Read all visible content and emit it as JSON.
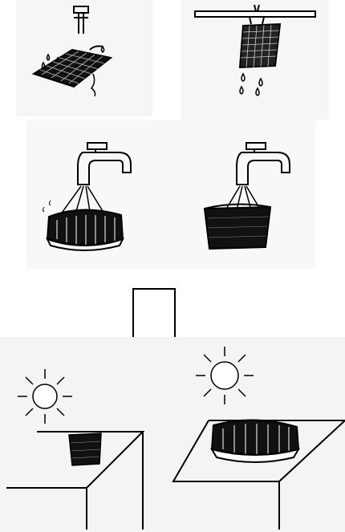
{
  "figure": {
    "steps": [
      {
        "id": "rinse-flat-filter",
        "icon": "faucet-over-flat-filter"
      },
      {
        "id": "drip-hanging-filter",
        "icon": "hanging-filter-dripping"
      },
      {
        "id": "rinse-round-basket",
        "icon": "faucet-over-round-basket"
      },
      {
        "id": "rinse-square-basket",
        "icon": "faucet-over-square-basket"
      },
      {
        "id": "proceed",
        "icon": "down-arrow"
      },
      {
        "id": "sun-dry-square-basket",
        "icon": "sun-over-table-with-basket"
      },
      {
        "id": "sun-dry-round-basket",
        "icon": "sun-over-table-with-round-basket"
      }
    ],
    "colors": {
      "ink": "#000000",
      "background": "#ffffff",
      "panel_tint": "#f4f4f4"
    }
  }
}
